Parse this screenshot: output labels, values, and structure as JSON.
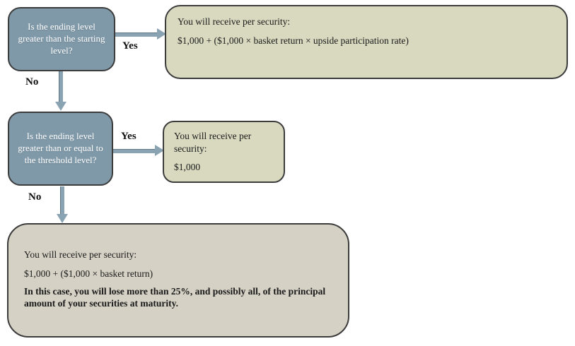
{
  "diagram": {
    "decision1": "Is the ending level greater than the starting level?",
    "branch1_yes": "Yes",
    "branch1_no": "No",
    "outcome1": {
      "title": "You will receive per security:",
      "formula": "$1,000 + ($1,000 × basket return × upside participation rate)"
    },
    "decision2": "Is the ending level greater than or equal to the threshold level?",
    "branch2_yes": "Yes",
    "branch2_no": "No",
    "outcome2": {
      "title": "You will receive per security:",
      "formula": "$1,000"
    },
    "outcome3": {
      "title": "You will receive per security:",
      "formula": "$1,000 + ($1,000 × basket return)",
      "warning": "In this case, you will lose more than 25%, and possibly all, of the principal amount of your securities at maturity."
    }
  },
  "colors": {
    "background": "#ffffff",
    "decision_fill": "#7f99a9",
    "decision_text": "#ffffff",
    "outcome_fill": "#d9d9c0",
    "outcome3_fill": "#d5d1c5",
    "border": "#3c3c3c",
    "arrow": "#8aa3b3",
    "label_text": "#111111"
  }
}
